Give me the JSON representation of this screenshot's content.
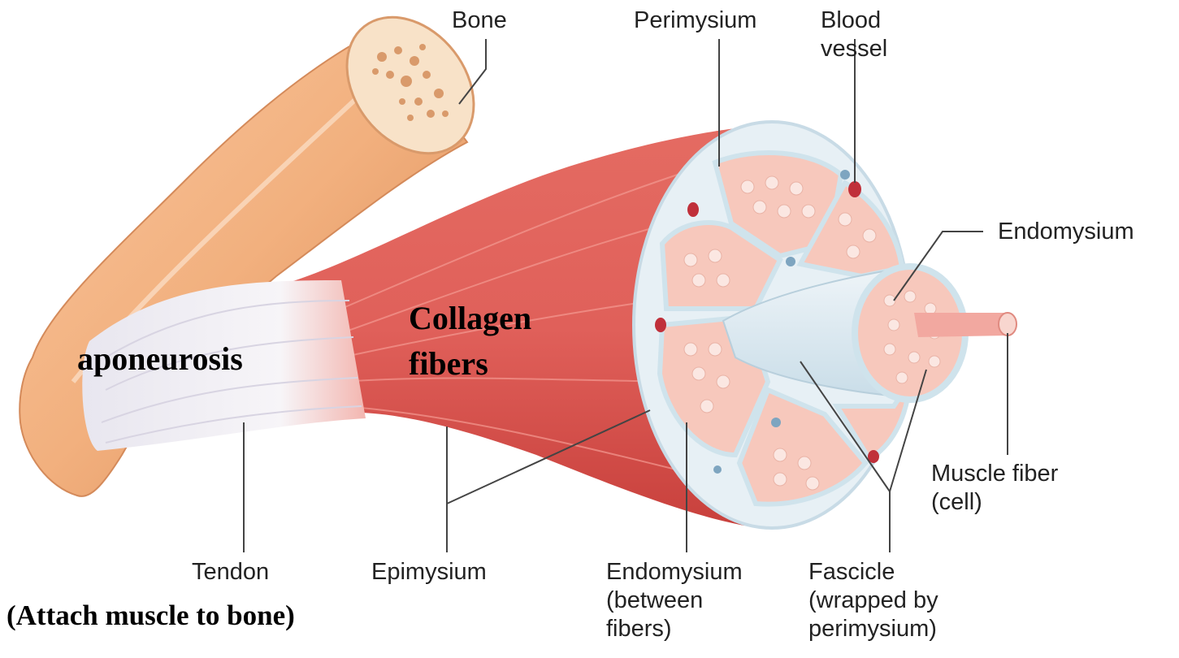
{
  "labels": {
    "bone": "Bone",
    "perimysium": "Perimysium",
    "blood_vessel": [
      "Blood",
      "vessel"
    ],
    "endomysium_right": "Endomysium",
    "muscle_fiber": [
      "Muscle fiber",
      "(cell)"
    ],
    "tendon": "Tendon",
    "epimysium": "Epimysium",
    "endomysium_bottom": [
      "Endomysium",
      "(between",
      "fibers)"
    ],
    "fascicle": [
      "Fascicle",
      "(wrapped by",
      "perimysium)"
    ]
  },
  "annotations": {
    "aponeurosis": "aponeurosis",
    "collagen": [
      "Collagen",
      "fibers"
    ],
    "attach": "(Attach muscle to bone)"
  },
  "colors": {
    "bone": "#f2b07e",
    "bone_shadow": "#d98a55",
    "muscle": "#e0605a",
    "muscle_dark": "#c8403c",
    "tendon": "#f3f1f5",
    "fascicle_fill": "#f7c8bc",
    "perimysium": "#cfe3ec",
    "blood_vessel": "#c0303a",
    "leader_line": "#444444"
  }
}
